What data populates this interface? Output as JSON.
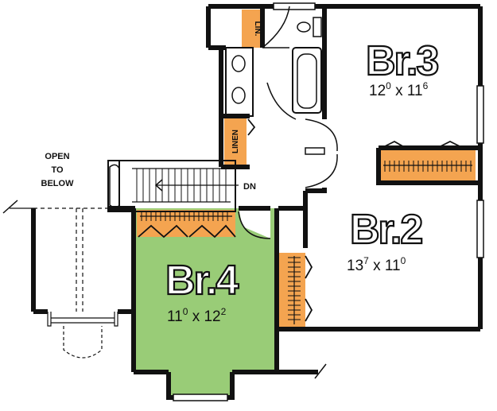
{
  "rooms": [
    {
      "id": "br3",
      "name": "Br.3",
      "dim_w_ft": "12",
      "dim_w_in": "0",
      "dim_h_ft": "11",
      "dim_h_in": "6"
    },
    {
      "id": "br2",
      "name": "Br.2",
      "dim_w_ft": "13",
      "dim_w_in": "7",
      "dim_h_ft": "11",
      "dim_h_in": "0"
    },
    {
      "id": "br4",
      "name": "Br.4",
      "dim_w_ft": "11",
      "dim_w_in": "0",
      "dim_h_ft": "12",
      "dim_h_in": "2"
    }
  ],
  "labels": {
    "open_line1": "OPEN",
    "open_line2": "TO",
    "open_line3": "BELOW",
    "stair_dn": "DN",
    "linen_small": "LIN.",
    "linen_large": "LINEN",
    "times": "x"
  },
  "colors": {
    "wall": "#111111",
    "closet": "#f4a450",
    "highlight_room": "#99cc77",
    "background": "#ffffff"
  }
}
